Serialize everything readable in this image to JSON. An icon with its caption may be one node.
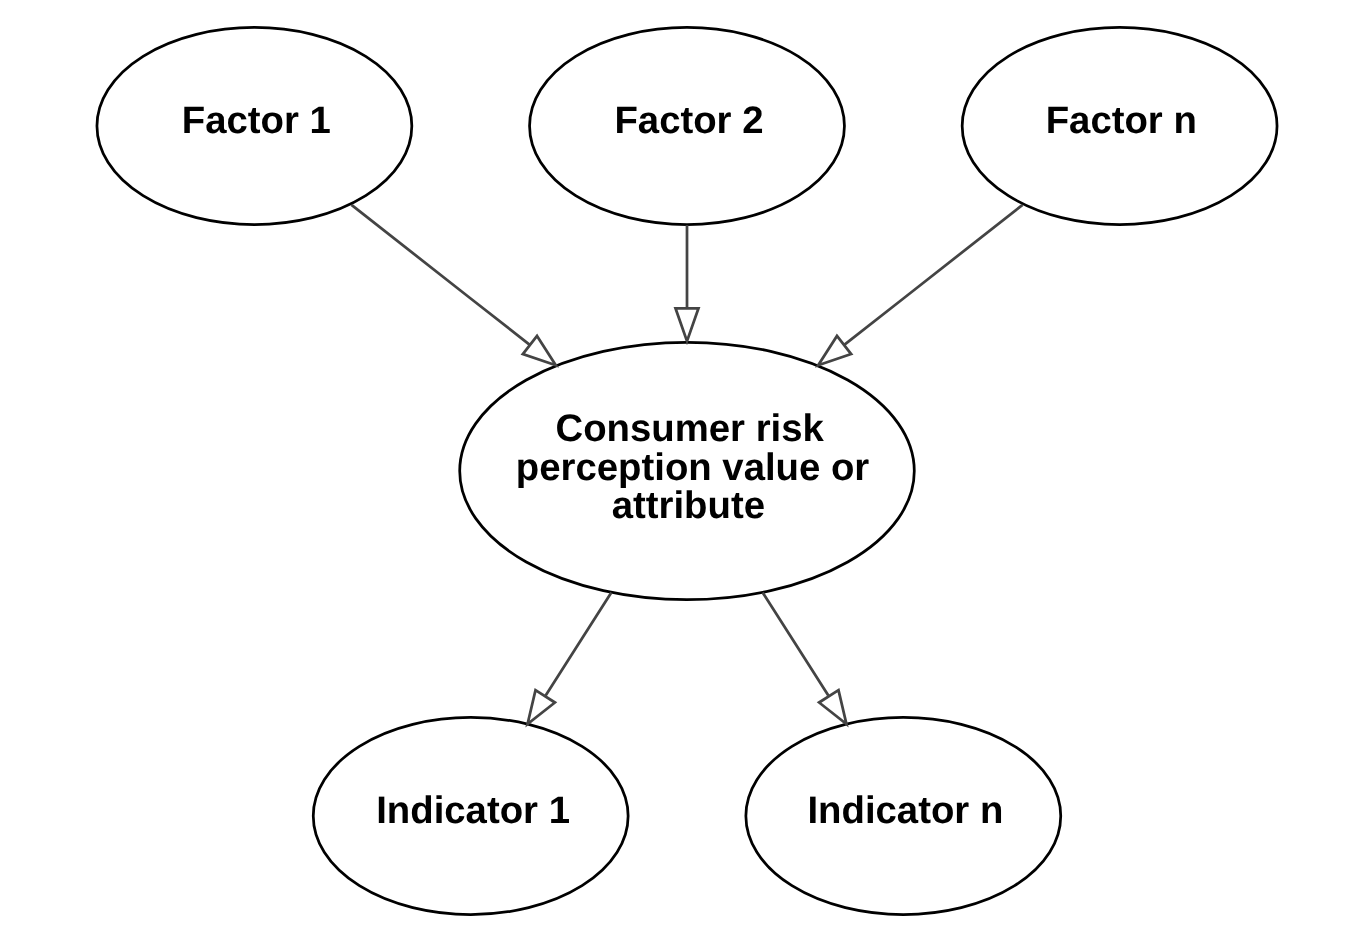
{
  "diagram": {
    "nodes": [
      {
        "text": [
          "Factor 1"
        ]
      },
      {
        "text": [
          "Factor 2"
        ]
      },
      {
        "text": [
          "Factor n"
        ]
      },
      {
        "text": [
          "Consumer risk perception value or attribute"
        ]
      },
      {
        "text": [
          "Indicator 1"
        ]
      },
      {
        "text": [
          "Indicator n"
        ]
      }
    ],
    "edges": [
      {
        "from": 0,
        "to": 3,
        "arrow": "to"
      },
      {
        "from": 1,
        "to": 3,
        "arrow": "to"
      },
      {
        "from": 2,
        "to": 3,
        "arrow": "to"
      },
      {
        "from": 3,
        "to": 4,
        "arrow": "to"
      },
      {
        "from": 3,
        "to": 5,
        "arrow": "to"
      }
    ]
  }
}
